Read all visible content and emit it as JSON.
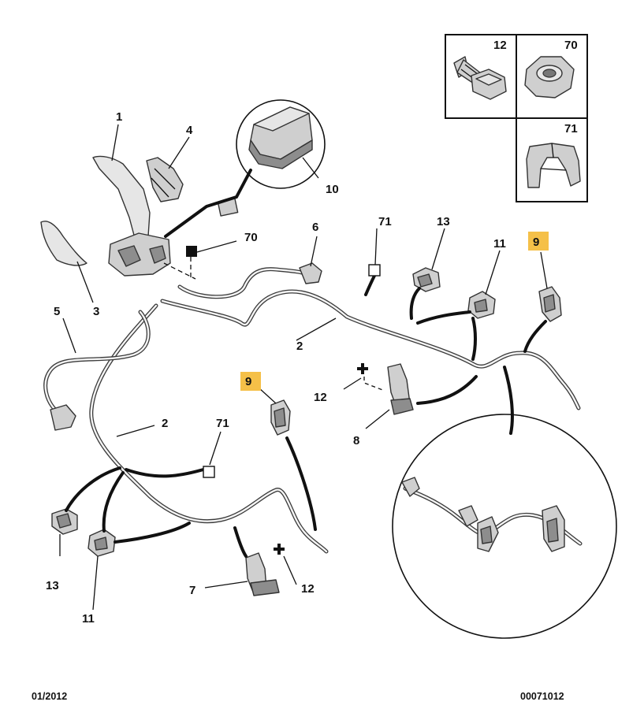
{
  "diagram": {
    "colors": {
      "highlight": "#f5c048",
      "ink": "#111111",
      "cable": "#3a3a3a",
      "part_fill": "#cfcfcf"
    },
    "labels": {
      "l1": "1",
      "l2a": "2",
      "l2b": "2",
      "l3": "3",
      "l4": "4",
      "l5": "5",
      "l6": "6",
      "l7": "7",
      "l8": "8",
      "l9a": "9",
      "l9b": "9",
      "l10": "10",
      "l11a": "11",
      "l11b": "11",
      "l12a": "12",
      "l12b": "12",
      "l13a": "13",
      "l13b": "13",
      "l70": "70",
      "l71a": "71",
      "l71b": "71"
    },
    "legend": {
      "bolt_ref": "12",
      "nut_ref": "70",
      "clip_ref": "71"
    },
    "footer": {
      "date": "01/2012",
      "reference": "00071012"
    }
  }
}
